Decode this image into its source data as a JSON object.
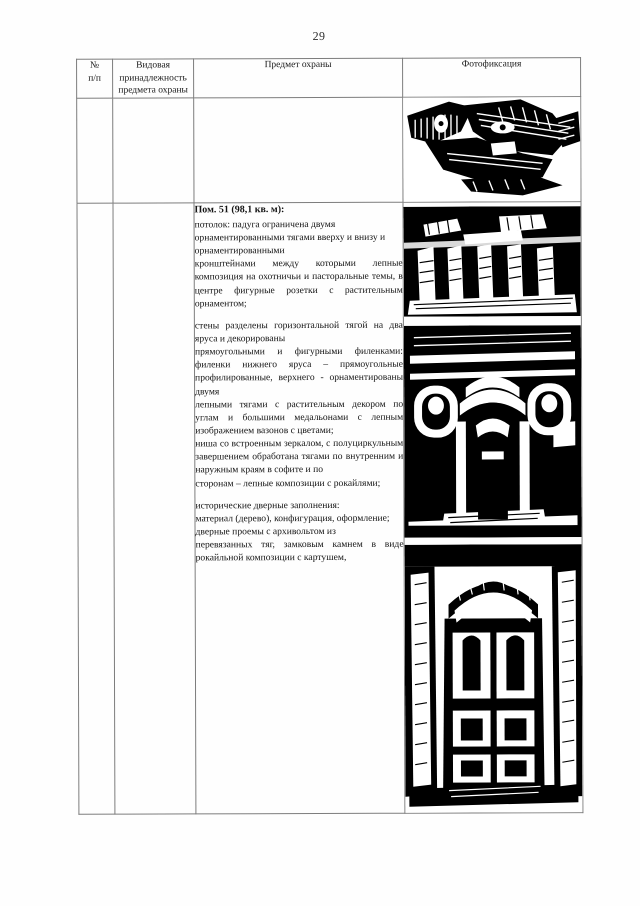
{
  "document": {
    "page_number": "29",
    "language": "ru"
  },
  "table": {
    "headers": [
      {
        "line1": "№",
        "line2": "п/п"
      },
      {
        "line1": "Видовая",
        "line2": "принадлежность",
        "line3": "предмета охраны"
      },
      {
        "line1": "Предмет охраны"
      },
      {
        "line1": "Фотофиксация"
      }
    ],
    "rows": [
      {
        "number": "",
        "category": "",
        "subject_paragraphs": [],
        "photos": [
          "ceiling-stucco-photo"
        ]
      },
      {
        "number": "",
        "category": "",
        "heading": "Пом. 51 (98,1 кв. м):",
        "subject_paragraphs": [
          "потолок: падуга ограничена двумя",
          "орнаментированными тягами вверху и внизу и",
          "орнаментированными",
          "кронштейнами между которыми лепные композиция на охотничьи и пасторальные темы, в центре фигурные розетки с растительным орнаментом;",
          "стены разделены горизонтальной тягой на два яруса и декорированы",
          "прямоугольными и фигурными филенками: филенки нижнего яруса – прямоугольные профилированные, верхнего - орнаментированы двумя",
          "лепными тягами с растительным декором по углам и большими медальонами с лепным изображением вазонов с цветами;",
          "ниша со встроенным зеркалом, с полуциркульным завершением обработана тягами по внутренним и наружным краям в софите и по",
          "сторонам – лепные композиции с рокайлями;",
          "исторические дверные заполнения:",
          "материал (дерево), конфигурация, оформление;",
          "дверные проемы с архивольтом из",
          "перевязанных тяг, замковым камнем в виде рокайльной композиции с картушем,"
        ],
        "photos": [
          "interior-hall-photo",
          "arched-niche-mirror-photo",
          "historic-double-door-photo"
        ]
      }
    ]
  }
}
